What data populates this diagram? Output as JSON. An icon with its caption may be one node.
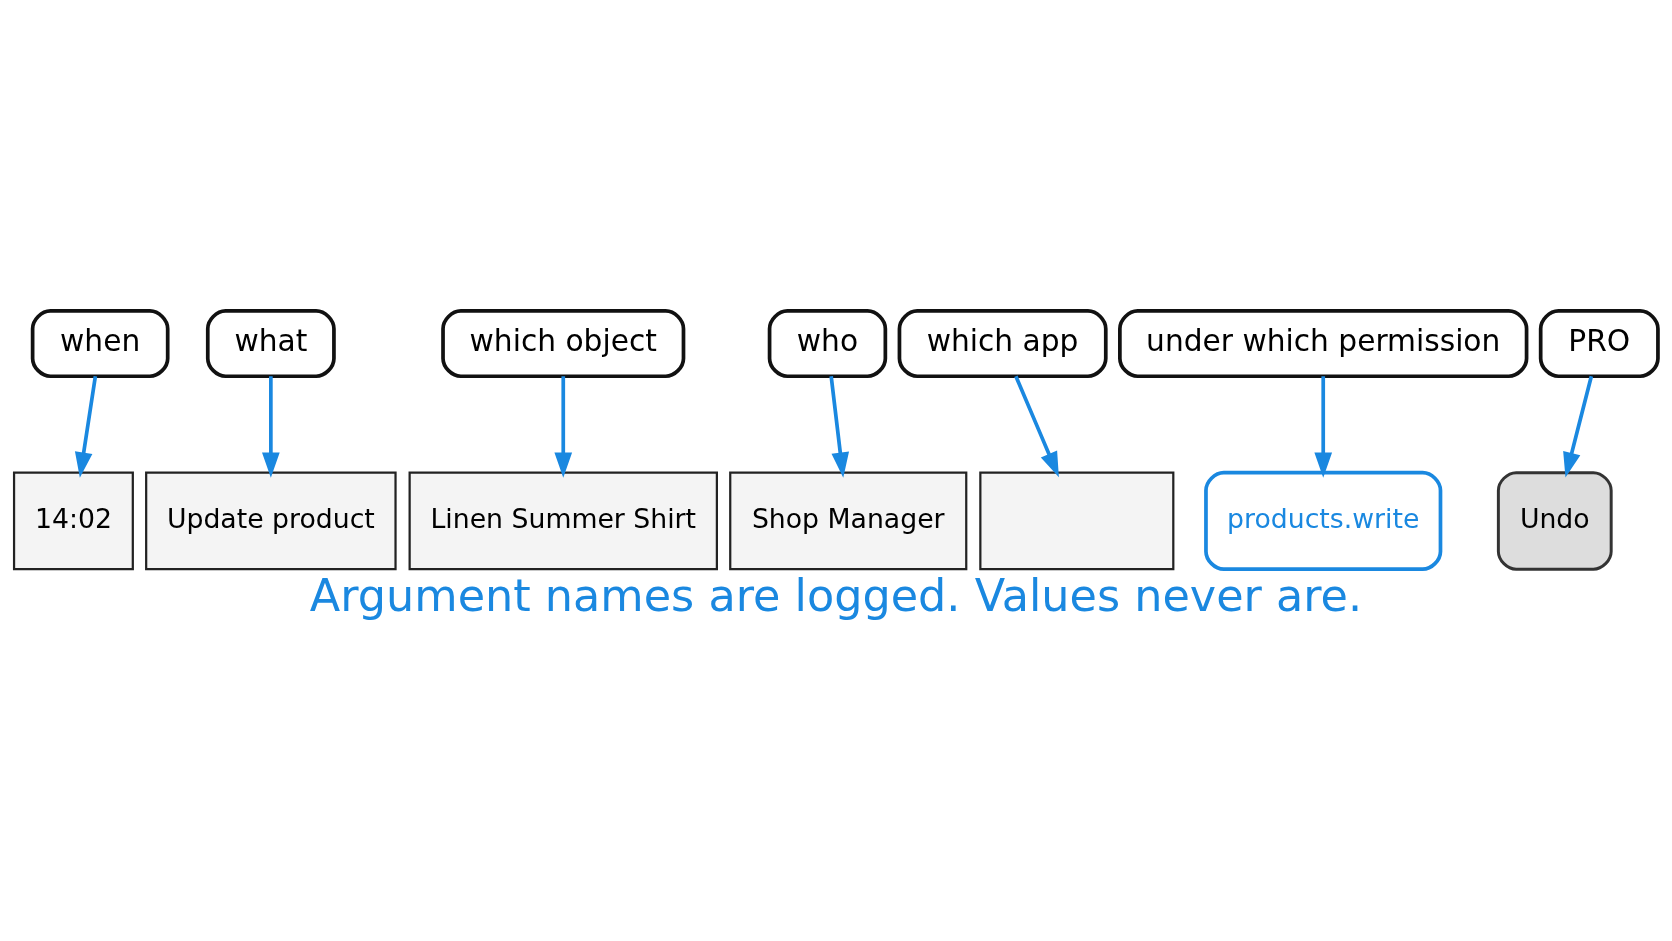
{
  "diagram": {
    "caption": "Argument names are logged. Values never are.",
    "nodes": [
      {
        "text": [
          "when"
        ]
      },
      {
        "text": [
          "what"
        ]
      },
      {
        "text": [
          "which object"
        ]
      },
      {
        "text": [
          "who"
        ]
      },
      {
        "text": [
          "which app"
        ]
      },
      {
        "text": [
          "under which permission"
        ]
      },
      {
        "text": [
          "PRO"
        ]
      },
      {
        "text": [
          "14:02"
        ]
      },
      {
        "text": [
          "Update product"
        ]
      },
      {
        "text": [
          "Linen Summer Shirt"
        ]
      },
      {
        "text": [
          "Shop Manager"
        ]
      },
      {
        "text": [],
        "shape": "box"
      },
      {
        "text": [
          "products.write"
        ]
      },
      {
        "text": [
          "Undo"
        ]
      }
    ],
    "edges": [
      {
        "from": 0,
        "to": 7,
        "arrow": "to"
      },
      {
        "from": 1,
        "to": 8,
        "arrow": "to"
      },
      {
        "from": 2,
        "to": 9,
        "arrow": "to"
      },
      {
        "from": 3,
        "to": 10,
        "arrow": "to"
      },
      {
        "from": 4,
        "to": 11,
        "arrow": "to"
      },
      {
        "from": 5,
        "to": 12,
        "arrow": "to"
      },
      {
        "from": 6,
        "to": 13,
        "arrow": "to"
      }
    ]
  }
}
